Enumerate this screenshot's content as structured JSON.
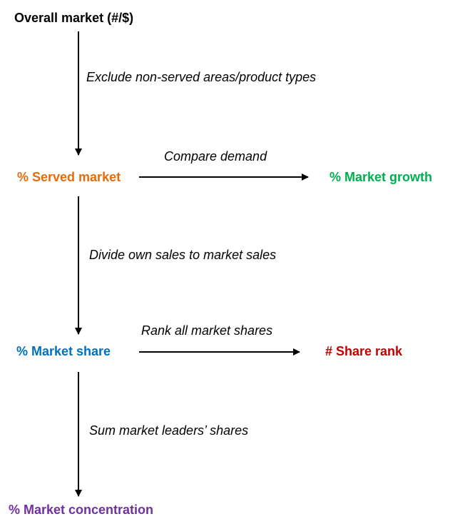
{
  "nodes": {
    "overall_market": {
      "label": "Overall market  (#/$)",
      "color": "#000000"
    },
    "served_market": {
      "label": "% Served market",
      "color": "#E46C0A"
    },
    "market_growth": {
      "label": "% Market growth",
      "color": "#00B050"
    },
    "market_share": {
      "label": "% Market share",
      "color": "#0070C0"
    },
    "share_rank": {
      "label": "# Share rank",
      "color": "#C00000"
    },
    "market_concentration": {
      "label": "% Market concentration",
      "color": "#7030A0"
    }
  },
  "edges": {
    "exclude": "Exclude non-served areas/product types",
    "compare": "Compare demand",
    "divide": "Divide own sales to market sales",
    "rank": "Rank all market shares",
    "sum": "Sum market leaders’ shares"
  },
  "arrow_color": "#000000"
}
